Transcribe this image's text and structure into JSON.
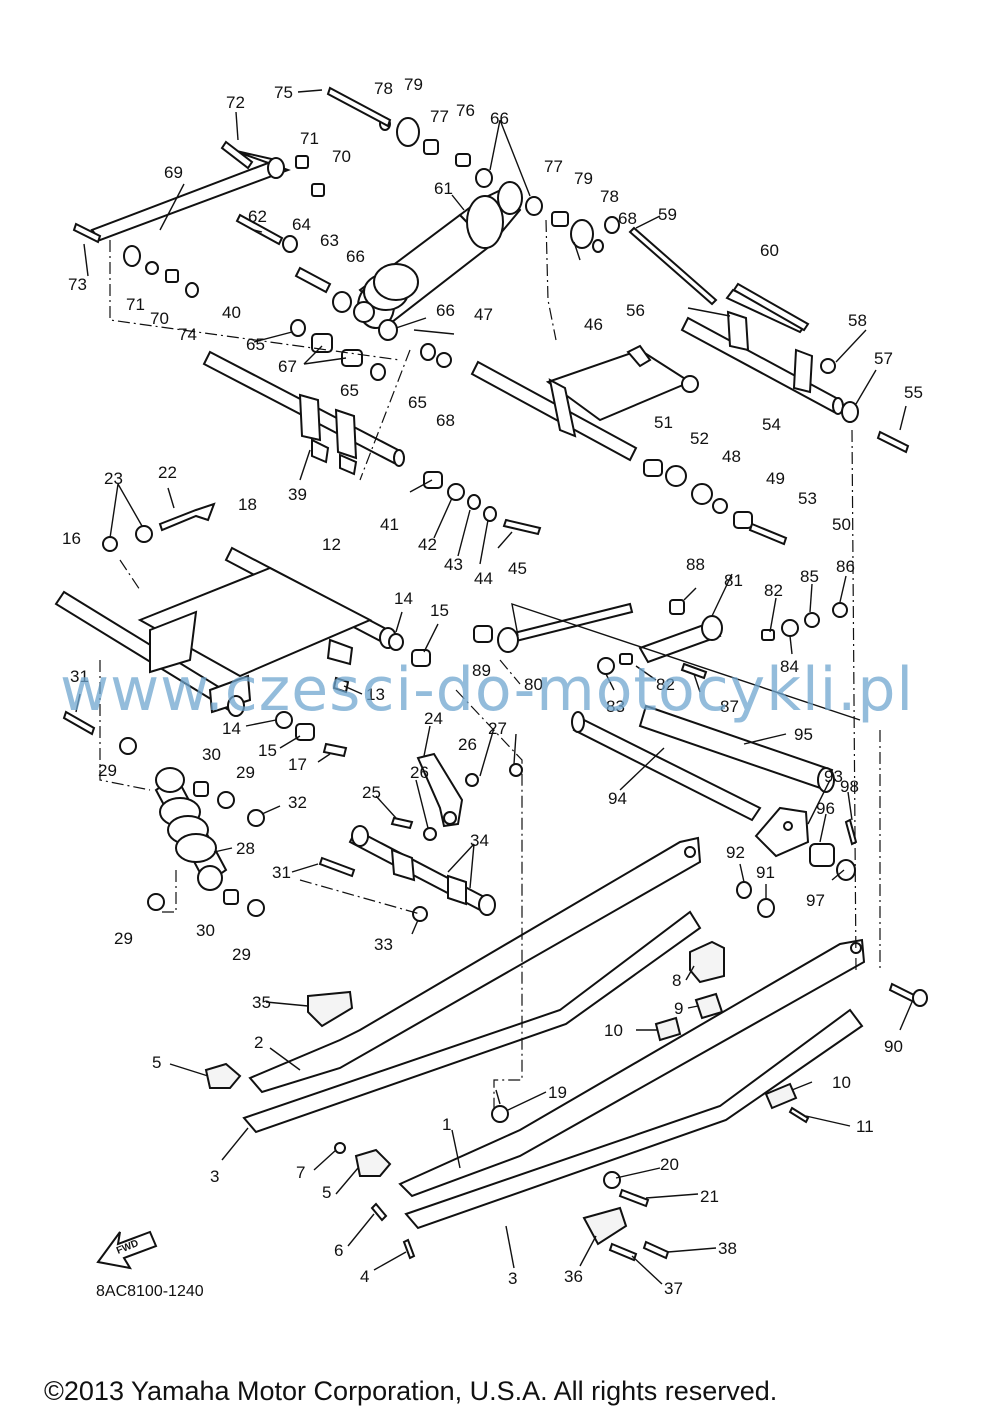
{
  "diagram": {
    "drawing_code": "8AC8100-1240",
    "fwd_label": "FWD",
    "callouts": [
      {
        "id": "c1",
        "label": "1"
      },
      {
        "id": "c2",
        "label": "2"
      },
      {
        "id": "c3a",
        "label": "3"
      },
      {
        "id": "c3b",
        "label": "3"
      },
      {
        "id": "c4",
        "label": "4"
      },
      {
        "id": "c5a",
        "label": "5"
      },
      {
        "id": "c5b",
        "label": "5"
      },
      {
        "id": "c6",
        "label": "6"
      },
      {
        "id": "c7",
        "label": "7"
      },
      {
        "id": "c8",
        "label": "8"
      },
      {
        "id": "c9",
        "label": "9"
      },
      {
        "id": "c10a",
        "label": "10"
      },
      {
        "id": "c10b",
        "label": "10"
      },
      {
        "id": "c11",
        "label": "11"
      },
      {
        "id": "c12",
        "label": "12"
      },
      {
        "id": "c13",
        "label": "13"
      },
      {
        "id": "c14a",
        "label": "14"
      },
      {
        "id": "c14b",
        "label": "14"
      },
      {
        "id": "c15a",
        "label": "15"
      },
      {
        "id": "c15b",
        "label": "15"
      },
      {
        "id": "c16",
        "label": "16"
      },
      {
        "id": "c17",
        "label": "17"
      },
      {
        "id": "c18",
        "label": "18"
      },
      {
        "id": "c19",
        "label": "19"
      },
      {
        "id": "c20",
        "label": "20"
      },
      {
        "id": "c21",
        "label": "21"
      },
      {
        "id": "c22",
        "label": "22"
      },
      {
        "id": "c23",
        "label": "23"
      },
      {
        "id": "c24",
        "label": "24"
      },
      {
        "id": "c25",
        "label": "25"
      },
      {
        "id": "c26a",
        "label": "26"
      },
      {
        "id": "c26b",
        "label": "26"
      },
      {
        "id": "c27",
        "label": "27"
      },
      {
        "id": "c28",
        "label": "28"
      },
      {
        "id": "c29a",
        "label": "29"
      },
      {
        "id": "c29b",
        "label": "29"
      },
      {
        "id": "c29c",
        "label": "29"
      },
      {
        "id": "c29d",
        "label": "29"
      },
      {
        "id": "c30a",
        "label": "30"
      },
      {
        "id": "c30b",
        "label": "30"
      },
      {
        "id": "c31a",
        "label": "31"
      },
      {
        "id": "c31b",
        "label": "31"
      },
      {
        "id": "c32",
        "label": "32"
      },
      {
        "id": "c33",
        "label": "33"
      },
      {
        "id": "c34",
        "label": "34"
      },
      {
        "id": "c35",
        "label": "35"
      },
      {
        "id": "c36",
        "label": "36"
      },
      {
        "id": "c37",
        "label": "37"
      },
      {
        "id": "c38",
        "label": "38"
      },
      {
        "id": "c39",
        "label": "39"
      },
      {
        "id": "c40",
        "label": "40"
      },
      {
        "id": "c41",
        "label": "41"
      },
      {
        "id": "c42",
        "label": "42"
      },
      {
        "id": "c43",
        "label": "43"
      },
      {
        "id": "c44",
        "label": "44"
      },
      {
        "id": "c45",
        "label": "45"
      },
      {
        "id": "c46",
        "label": "46"
      },
      {
        "id": "c47",
        "label": "47"
      },
      {
        "id": "c48",
        "label": "48"
      },
      {
        "id": "c49",
        "label": "49"
      },
      {
        "id": "c50",
        "label": "50"
      },
      {
        "id": "c51",
        "label": "51"
      },
      {
        "id": "c52",
        "label": "52"
      },
      {
        "id": "c53",
        "label": "53"
      },
      {
        "id": "c54",
        "label": "54"
      },
      {
        "id": "c55",
        "label": "55"
      },
      {
        "id": "c56",
        "label": "56"
      },
      {
        "id": "c57",
        "label": "57"
      },
      {
        "id": "c58",
        "label": "58"
      },
      {
        "id": "c59",
        "label": "59"
      },
      {
        "id": "c60",
        "label": "60"
      },
      {
        "id": "c61",
        "label": "61"
      },
      {
        "id": "c62",
        "label": "62"
      },
      {
        "id": "c63",
        "label": "63"
      },
      {
        "id": "c64",
        "label": "64"
      },
      {
        "id": "c65a",
        "label": "65"
      },
      {
        "id": "c65b",
        "label": "65"
      },
      {
        "id": "c65c",
        "label": "65"
      },
      {
        "id": "c66a",
        "label": "66"
      },
      {
        "id": "c66b",
        "label": "66"
      },
      {
        "id": "c66c",
        "label": "66"
      },
      {
        "id": "c67",
        "label": "67"
      },
      {
        "id": "c68a",
        "label": "68"
      },
      {
        "id": "c68b",
        "label": "68"
      },
      {
        "id": "c69",
        "label": "69"
      },
      {
        "id": "c70a",
        "label": "70"
      },
      {
        "id": "c70b",
        "label": "70"
      },
      {
        "id": "c71a",
        "label": "71"
      },
      {
        "id": "c71b",
        "label": "71"
      },
      {
        "id": "c72",
        "label": "72"
      },
      {
        "id": "c73",
        "label": "73"
      },
      {
        "id": "c74",
        "label": "74"
      },
      {
        "id": "c75",
        "label": "75"
      },
      {
        "id": "c76",
        "label": "76"
      },
      {
        "id": "c77a",
        "label": "77"
      },
      {
        "id": "c77b",
        "label": "77"
      },
      {
        "id": "c78a",
        "label": "78"
      },
      {
        "id": "c78b",
        "label": "78"
      },
      {
        "id": "c79a",
        "label": "79"
      },
      {
        "id": "c79b",
        "label": "79"
      },
      {
        "id": "c80",
        "label": "80"
      },
      {
        "id": "c81",
        "label": "81"
      },
      {
        "id": "c82a",
        "label": "82"
      },
      {
        "id": "c82b",
        "label": "82"
      },
      {
        "id": "c83",
        "label": "83"
      },
      {
        "id": "c84",
        "label": "84"
      },
      {
        "id": "c85",
        "label": "85"
      },
      {
        "id": "c86",
        "label": "86"
      },
      {
        "id": "c87",
        "label": "87"
      },
      {
        "id": "c88",
        "label": "88"
      },
      {
        "id": "c89",
        "label": "89"
      },
      {
        "id": "c90",
        "label": "90"
      },
      {
        "id": "c91",
        "label": "91"
      },
      {
        "id": "c92",
        "label": "92"
      },
      {
        "id": "c93",
        "label": "93"
      },
      {
        "id": "c94",
        "label": "94"
      },
      {
        "id": "c95",
        "label": "95"
      },
      {
        "id": "c96",
        "label": "96"
      },
      {
        "id": "c97",
        "label": "97"
      },
      {
        "id": "c98",
        "label": "98"
      }
    ]
  },
  "watermark": "www.czesci-do-motocykli.pl",
  "copyright": "©2013 Yamaha Motor Corporation, U.S.A. All rights reserved."
}
